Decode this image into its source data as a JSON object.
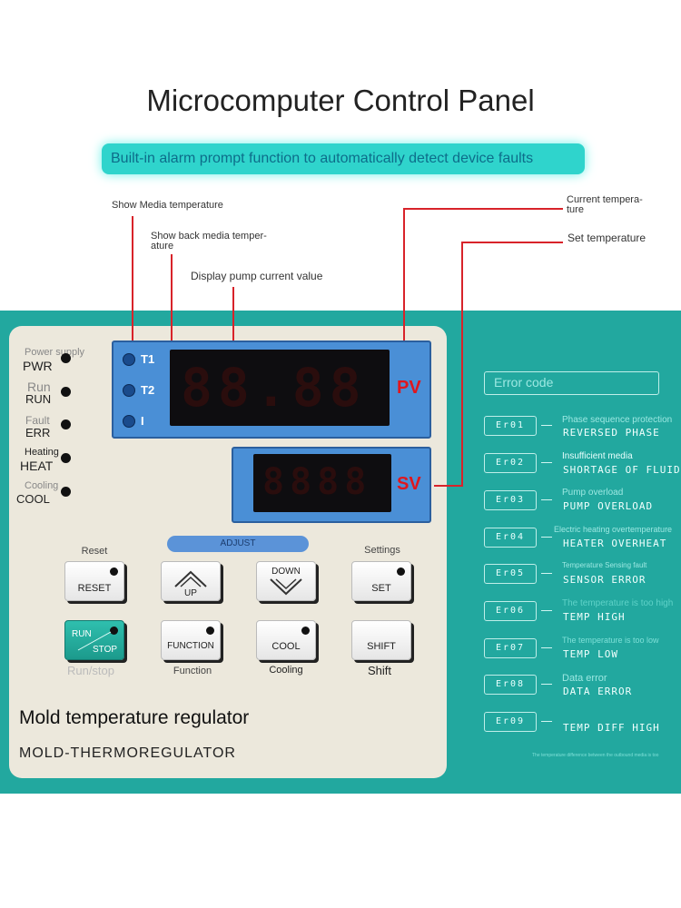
{
  "title": "Microcomputer Control Panel",
  "banner": "Built-in alarm prompt function to automatically detect device faults",
  "callouts": {
    "t1": "Show Media temperature",
    "t2_line1": "Show back media temper-",
    "t2_line2": "ature",
    "pump": "Display pump current value",
    "pv_line1": "Current tempera-",
    "pv_line2": "ture",
    "sv": "Set temperature"
  },
  "leds": [
    {
      "cn": "Power supply",
      "en": "PWR"
    },
    {
      "cn": "Run",
      "en": "RUN"
    },
    {
      "cn": "Fault",
      "en": "ERR"
    },
    {
      "cn": "Heating",
      "en": "HEAT"
    },
    {
      "cn": "Cooling",
      "en": "COOL"
    }
  ],
  "display": {
    "t1": "T1",
    "t2": "T2",
    "i": "I",
    "pv_digits": "88.88",
    "sv_digits": "8888",
    "pv": "PV",
    "sv": "SV"
  },
  "adjust": "ADJUST",
  "buttons": {
    "reset": {
      "label": "RESET",
      "caption": "Reset"
    },
    "up": {
      "label": "UP"
    },
    "down": {
      "label": "DOWN"
    },
    "set": {
      "label": "SET",
      "caption": "Settings"
    },
    "run_stop": {
      "label_top": "RUN",
      "label_bottom": "STOP",
      "caption": "Run/stop"
    },
    "function": {
      "label": "FUNCTION",
      "caption": "Function"
    },
    "cool": {
      "label": "COOL",
      "caption": "Cooling"
    },
    "shift": {
      "label": "SHIFT",
      "caption": "Shift"
    }
  },
  "device_name": "Mold temperature regulator",
  "device_name_en": "MOLD-THERMOREGULATOR",
  "error_header": "Error code",
  "errors": [
    {
      "code": "Er01",
      "cn": "Phase sequence protection",
      "en": "REVERSED PHASE"
    },
    {
      "code": "Er02",
      "cn": "Insufficient media",
      "en": "SHORTAGE OF FLUID"
    },
    {
      "code": "Er03",
      "cn": "Pump overload",
      "en": "PUMP OVERLOAD"
    },
    {
      "code": "Er04",
      "cn": "Electric heating overtemperature",
      "en": "HEATER OVERHEAT"
    },
    {
      "code": "Er05",
      "cn": "Temperature Sensing fault",
      "en": "SENSOR ERROR"
    },
    {
      "code": "Er06",
      "cn": "The temperature is too high",
      "en": "TEMP HIGH"
    },
    {
      "code": "Er07",
      "cn": "The temperature is too low",
      "en": "TEMP LOW"
    },
    {
      "code": "Er08",
      "cn": "Data error",
      "en": "DATA ERROR"
    },
    {
      "code": "Er09",
      "cn": "",
      "en": "TEMP DIFF HIGH"
    }
  ],
  "footnote": "The temperature difference between the outbound media is too"
}
